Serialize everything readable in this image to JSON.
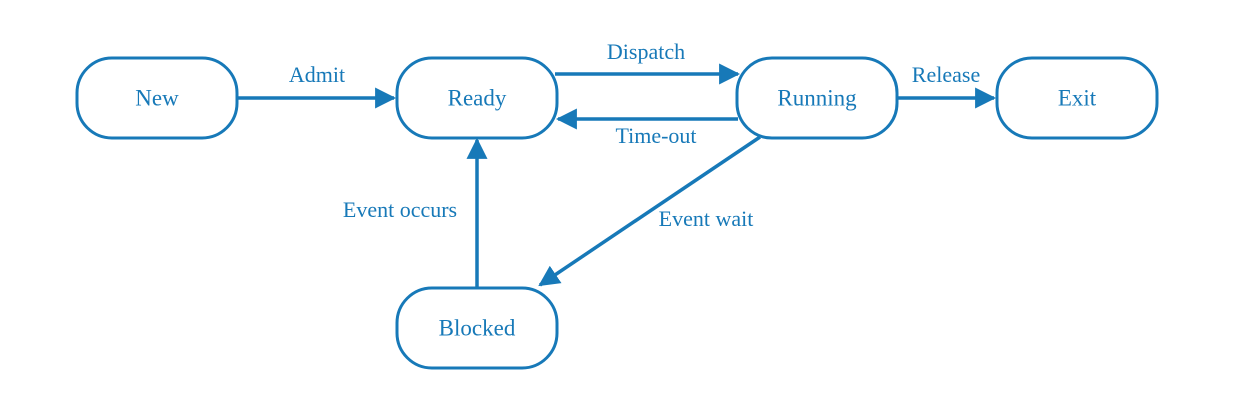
{
  "states": {
    "new": "New",
    "ready": "Ready",
    "running": "Running",
    "exit": "Exit",
    "blocked": "Blocked"
  },
  "transitions": {
    "admit": "Admit",
    "dispatch": "Dispatch",
    "timeout": "Time-out",
    "release": "Release",
    "event_wait": "Event wait",
    "event_occurs": "Event occurs"
  },
  "colors": {
    "stroke": "#1779b8",
    "text": "#1779b8",
    "fill": "#ffffff"
  }
}
